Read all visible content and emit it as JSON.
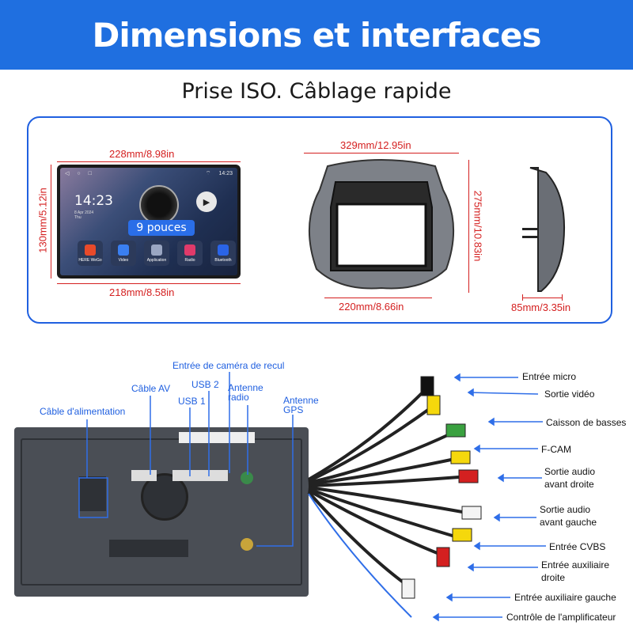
{
  "header": {
    "title": "Dimensions et interfaces"
  },
  "subtitle": "Prise ISO. Câblage rapide",
  "dimensions": {
    "device_top": "228mm/8.98in",
    "device_side": "130mm/5.12in",
    "device_bottom": "218mm/8.58in",
    "frame_top": "329mm/12.95in",
    "frame_side": "275mm/10.83in",
    "frame_bottom": "220mm/8.66in",
    "depth": "85mm/3.35in"
  },
  "screen": {
    "clock": "14:23",
    "date": "8 Apr 2024",
    "day": "Thu",
    "status_time": "14:23",
    "size_badge": "9 pouces",
    "apps": [
      {
        "label": "HERE WeGo",
        "color": "#e84a2a"
      },
      {
        "label": "Video",
        "color": "#3a7ff0"
      },
      {
        "label": "Application",
        "color": "#9aa6c2"
      },
      {
        "label": "Radio",
        "color": "#e03a6a"
      },
      {
        "label": "Bluetooth",
        "color": "#2a64e8"
      }
    ]
  },
  "ports_left": {
    "camera": "Entrée de caméra de recul",
    "av": "Câble AV",
    "usb2": "USB 2",
    "usb1": "USB 1",
    "antenna_radio": "Antenne radio",
    "antenna_gps": "Antenne GPS",
    "power": "Câble d'alimentation"
  },
  "ports_right": [
    "Entrée micro",
    "Sortie vidéo",
    "Caisson de basses",
    "F-CAM",
    "Sortie audio avant droite",
    "Sortie audio avant gauche",
    "Entrée CVBS",
    "Entrée auxiliaire droite",
    "Entrée auxiliaire gauche",
    "Contrôle de l'amplificateur"
  ],
  "colors": {
    "banner": "#1f6fe0",
    "accent": "#2060e0",
    "dimension": "#d41f1f"
  }
}
